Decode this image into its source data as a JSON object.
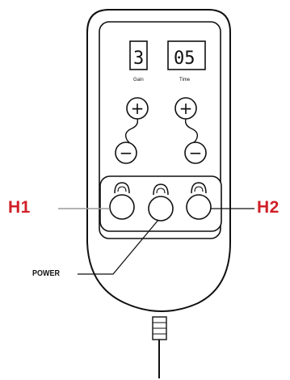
{
  "displays": {
    "left_value": "3",
    "right_value": "05",
    "left_caption": "Gain",
    "right_caption": "Time"
  },
  "labels": {
    "h1": "H1",
    "h2": "H2",
    "power": "POWER"
  },
  "buttons": {
    "plus_symbol": "+",
    "minus_symbol": "−"
  },
  "colors": {
    "callout": "#d01f27",
    "outline": "#111111",
    "leader": "#9a9a9a"
  }
}
